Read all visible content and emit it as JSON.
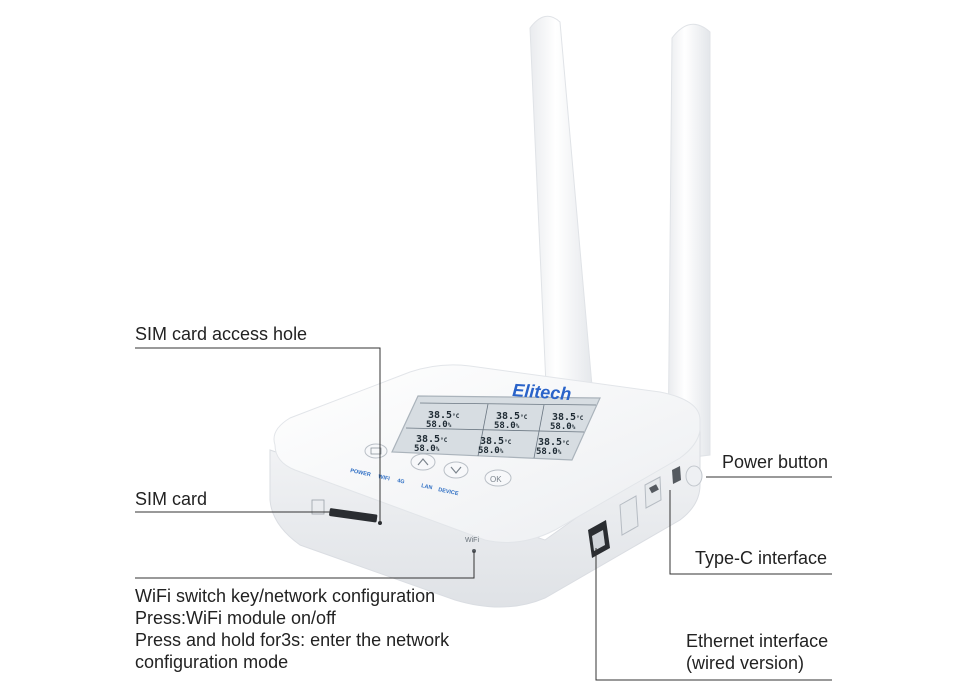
{
  "colors": {
    "device_body": "#f4f5f7",
    "device_shadow": "#d9dce1",
    "leader_line": "#333333",
    "label_text": "#222222",
    "led_text": "#2f6fc4",
    "brand_text": "#2a63c9",
    "lcd_background": "#d7dde2",
    "lcd_text": "#1e2a33"
  },
  "device": {
    "brand": "Elitech",
    "lcd_reading_temp": "38.5",
    "lcd_temp_unit": "°C",
    "lcd_reading_humidity": "58.0",
    "lcd_humidity_unit": "%",
    "led_labels": [
      "POWER",
      "WIFI",
      "4G",
      "LAN",
      "DEVICE"
    ],
    "ok_button_label": "OK",
    "wifi_label": "WiFi"
  },
  "callouts": {
    "sim_access_hole": "SIM card access hole",
    "sim_card": "SIM card",
    "wifi_key_lines": [
      "WiFi switch key/network configuration",
      "Press:WiFi module on/off",
      "Press and hold for3s:  enter the network",
      "configuration mode"
    ],
    "power_button": "Power button",
    "type_c": "Type-C interface",
    "ethernet_lines": [
      "Ethernet interface",
      "(wired version)"
    ]
  }
}
